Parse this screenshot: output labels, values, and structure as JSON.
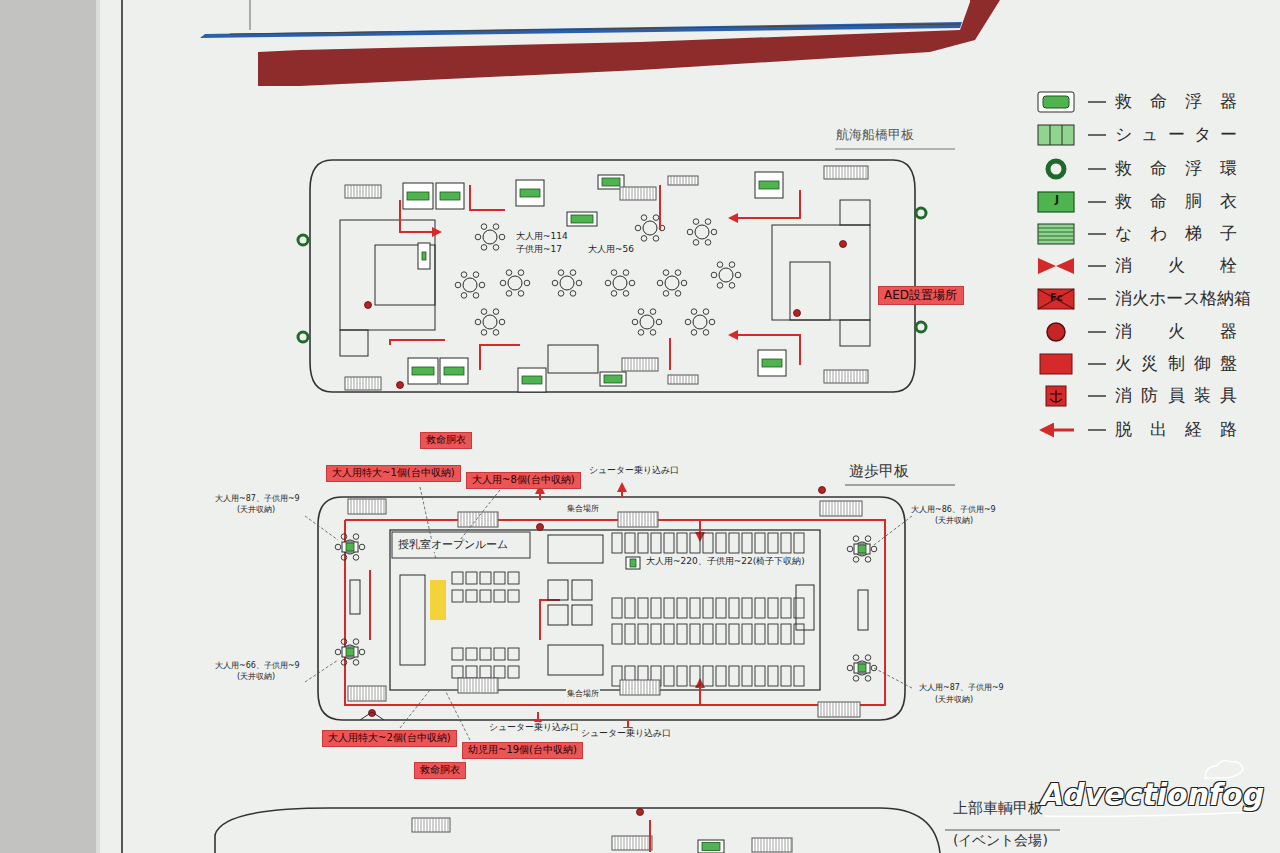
{
  "diagram": {
    "nodes": [
      {
        "text": [
          "AED設置場所"
        ]
      },
      {
        "text": [
          "救命胴衣"
        ]
      },
      {
        "text": [
          "大人用特大~1個(台中収納)"
        ]
      },
      {
        "text": [
          "大人用~8個(台中収納)"
        ]
      },
      {
        "text": [
          "大人用特大~2個(台中収納)"
        ]
      },
      {
        "text": [
          "幼児用~19個(台中収納)"
        ]
      },
      {
        "text": [
          "救命胴衣"
        ]
      }
    ],
    "labels": [
      "航海船橋甲板",
      "大人用~114",
      "子供用~17",
      "大人用~56",
      "遊歩甲板",
      "シューター乗り込み口",
      "大人用~87、子供用~9",
      "(天井収納)",
      "大人用~86、子供用~9",
      "(天井収納)",
      "集合場所",
      "授乳室オープンルーム",
      "大人用~220、子供用~22(椅子下収納)",
      "大人用~66、子供用~9",
      "(天井収納)",
      "大人用~87、子供用~9",
      "(天井収納)",
      "集合場所",
      "シューター乗り込み口",
      "シューター乗り込み口",
      "上部車輌甲板",
      "(イベント会場)",
      "J",
      "Fc",
      "Advectionfog"
    ],
    "legend": [
      {
        "text": "救命浮器"
      },
      {
        "text": "シューター"
      },
      {
        "text": "救命浮環"
      },
      {
        "text": "救命胴衣"
      },
      {
        "text": "なわ梯子"
      },
      {
        "text": "消火栓"
      },
      {
        "text": "消火ホース格納箱"
      },
      {
        "text": "消火器"
      },
      {
        "text": "火災制御盤"
      },
      {
        "text": "消防員装具"
      },
      {
        "text": "脱出経路"
      }
    ]
  }
}
